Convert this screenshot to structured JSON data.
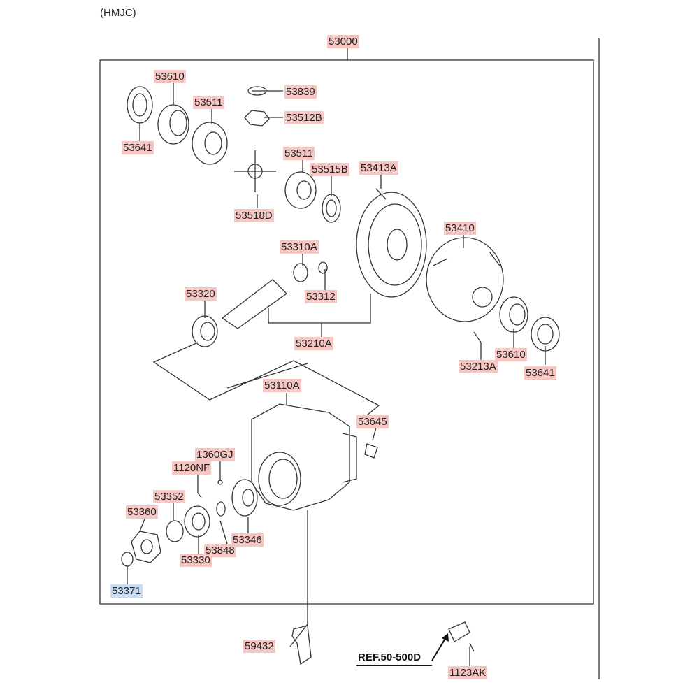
{
  "header": {
    "text": "(HMJC)"
  },
  "selected_part": "53371",
  "colors": {
    "label_bg": "#f6c6c2",
    "selected_bg": "#c8dcf4",
    "line": "#333333"
  },
  "labels": {
    "53000": "53000",
    "53610_top": "53610",
    "53641_top": "53641",
    "53839": "53839",
    "53511_top": "53511",
    "53512B": "53512B",
    "53511_mid": "53511",
    "53515B": "53515B",
    "53413A": "53413A",
    "53518D": "53518D",
    "53410": "53410",
    "53310A": "53310A",
    "53312": "53312",
    "53320": "53320",
    "53210A": "53210A",
    "53610_right": "53610",
    "53213A": "53213A",
    "53641_right": "53641",
    "53110A": "53110A",
    "53645": "53645",
    "1360GJ": "1360GJ",
    "1120NF": "1120NF",
    "53352": "53352",
    "53360": "53360",
    "53346": "53346",
    "53848": "53848",
    "53330": "53330",
    "53371": "53371",
    "59432": "59432",
    "1123AK": "1123AK"
  },
  "reference": "REF.50-500D"
}
